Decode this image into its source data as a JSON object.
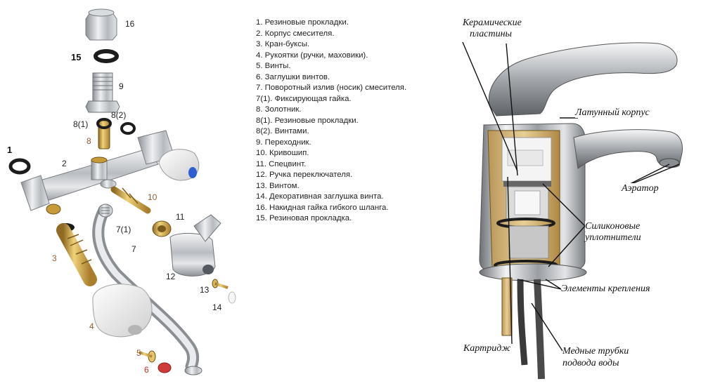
{
  "parts_list": [
    "1. Резиновые прокладки.",
    "2. Корпус смесителя.",
    "3. Кран-буксы.",
    "4. Рукоятки (ручки, маховики).",
    "5. Винты.",
    "6. Заглушки винтов.",
    "7. Поворотный излив (носик) смесителя.",
    "7(1). Фиксирующая гайка.",
    "8. Золотник.",
    "8(1). Резиновые прокладки.",
    "8(2). Винтами.",
    "9. Переходник.",
    "10. Кривошип.",
    "11. Спецвинт.",
    "12. Ручка переключателя.",
    "13. Винтом.",
    "14. Декоративная заглушка винта.",
    "16. Накидная гайка гибкого шланга.",
    "15. Резиновая прокладка."
  ],
  "exploded_view": {
    "n16": "16",
    "n15": "15",
    "n9": "9",
    "n8_1": "8(1)",
    "n8_2": "8(2)",
    "n8": "8",
    "n1": "1",
    "n2": "2",
    "n10": "10",
    "n11": "11",
    "n7_1": "7(1)",
    "n7": "7",
    "n3": "3",
    "n12": "12",
    "n13": "13",
    "n14": "14",
    "n4": "4",
    "n5": "5",
    "n6": "6"
  },
  "cutaway": {
    "ceramic_plates_line1": "Керамические",
    "ceramic_plates_line2": "пластины",
    "brass_body": "Латунный корпус",
    "aerator": "Аэратор",
    "silicone_seals_line1": "Силиконовые",
    "silicone_seals_line2": "уплотнители",
    "mounting_elements": "Элементы крепления",
    "cartridge": "Картридж",
    "copper_tubes_line1": "Медные трубки",
    "copper_tubes_line2": "подвода воды"
  },
  "colors": {
    "chrome": "#c9ccd0",
    "brass": "#c9a14a",
    "rubber": "#222222",
    "red_cap": "#d03a3a",
    "blue_cap": "#2f5fd0"
  }
}
